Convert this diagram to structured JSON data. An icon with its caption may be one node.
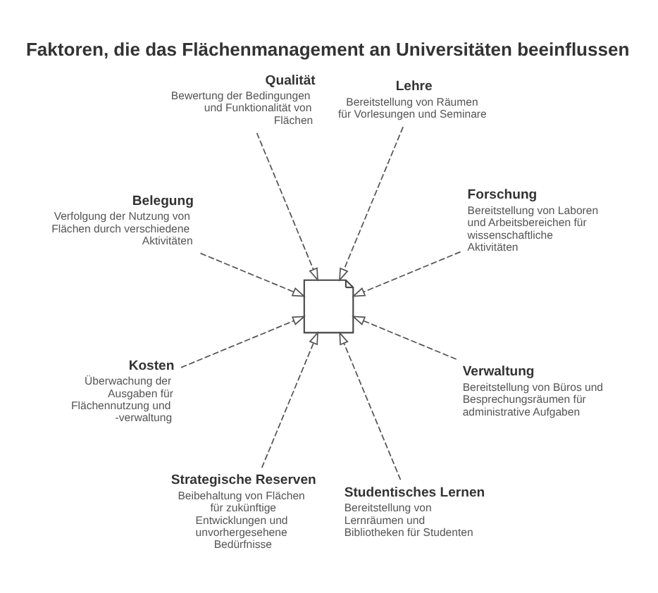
{
  "diagram": {
    "title": "Faktoren, die das Flächenmanagement an Universitäten beeinflussen",
    "nodes": [
      {
        "text": [
          "Lehre",
          "Bereitstellung von Räumen für Vorlesungen und Seminare"
        ]
      },
      {
        "text": [
          "Qualität",
          "Bewertung der Bedingungen und Funktionalität von Flächen"
        ]
      },
      {
        "text": [
          "Forschung",
          "Bereitstellung von Laboren und Arbeitsbereichen für wissenschaftliche Aktivitäten"
        ]
      },
      {
        "text": [
          "Belegung",
          "Verfolgung der Nutzung von Flächen durch verschiedene Aktivitäten"
        ]
      },
      {
        "text": [],
        "shape": "picture"
      },
      {
        "text": [
          "Verwaltung",
          "Bereitstellung von Büros und Besprechungsräumen für administrative Aufgaben"
        ]
      },
      {
        "text": [
          "Kosten",
          "Überwachung der Ausgaben für Flächennutzung und -verwaltung"
        ]
      },
      {
        "text": [
          "Studentisches Lernen",
          "Bereitstellung von Lernräumen und Bibliotheken für Studenten"
        ]
      },
      {
        "text": [
          "Strategische Reserven",
          "Beibehaltung von Flächen für zukünftige Entwicklungen und unvorhergesehene Bedürfnisse"
        ]
      }
    ],
    "edges": [
      {
        "from": 0,
        "to": 4,
        "arrow": "to",
        "style": "dashed"
      },
      {
        "from": 1,
        "to": 4,
        "arrow": "to",
        "style": "dashed"
      },
      {
        "from": 2,
        "to": 4,
        "arrow": "to",
        "style": "dashed"
      },
      {
        "from": 3,
        "to": 4,
        "arrow": "to",
        "style": "dashed"
      },
      {
        "from": 5,
        "to": 4,
        "arrow": "to",
        "style": "dashed"
      },
      {
        "from": 6,
        "to": 4,
        "arrow": "to",
        "style": "dashed"
      },
      {
        "from": 7,
        "to": 4,
        "arrow": "to",
        "style": "dashed"
      },
      {
        "from": 8,
        "to": 4,
        "arrow": "to",
        "style": "dashed"
      }
    ]
  }
}
